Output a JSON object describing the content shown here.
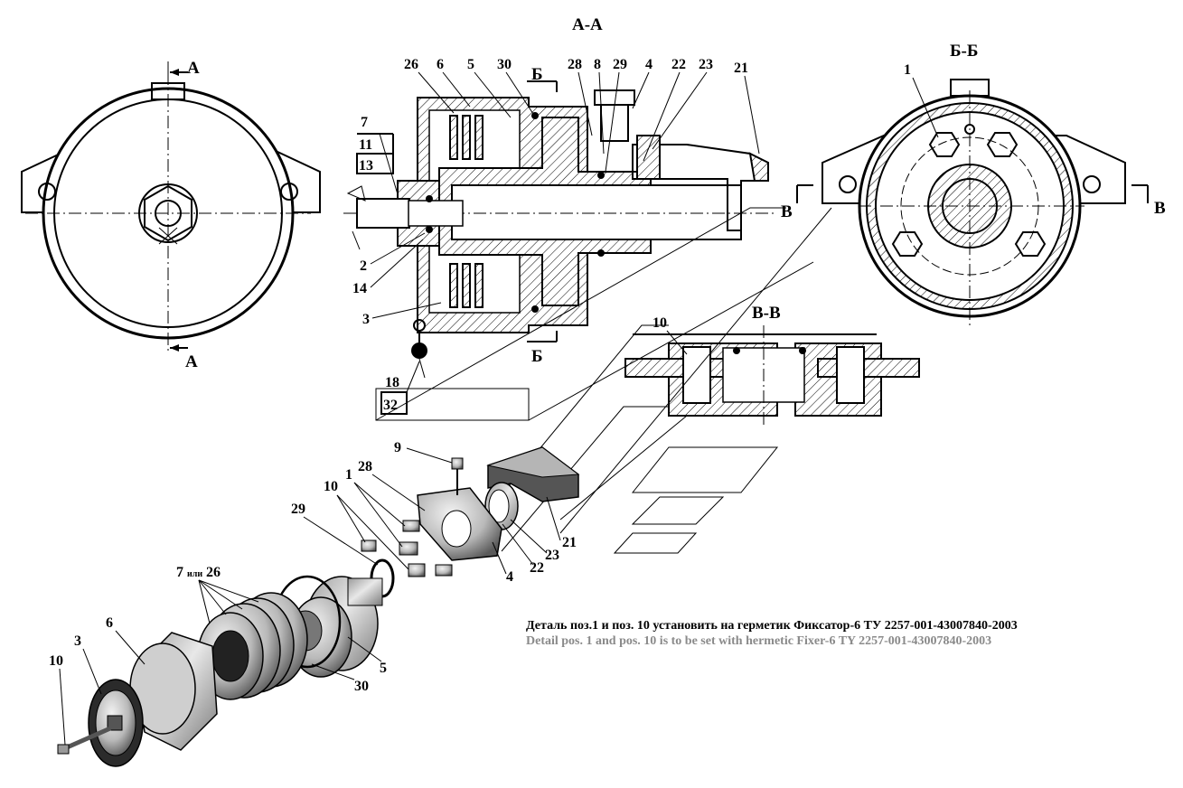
{
  "sections": {
    "aa": "А-А",
    "bb": "Б-Б",
    "vv": "В-В"
  },
  "cut_marks": {
    "a": "А",
    "b": "Б",
    "v": "В"
  },
  "callouts": {
    "c1": "1",
    "c2": "2",
    "c3": "3",
    "c4": "4",
    "c5": "5",
    "c6": "6",
    "c7": "7",
    "c8": "8",
    "c9": "9",
    "c10": "10",
    "c11": "11",
    "c13": "13",
    "c14": "14",
    "c18": "18",
    "c21": "21",
    "c22": "22",
    "c23": "23",
    "c26": "26",
    "c28": "28",
    "c29": "29",
    "c30": "30",
    "c32": "32",
    "c7_or_26_num1": "7",
    "c7_or_26_word": "или",
    "c7_or_26_num2": "26"
  },
  "note": {
    "ru": "Деталь поз.1 и поз. 10 установить на герметик Фиксатор-6 ТУ 2257-001-43007840-2003",
    "en": "Detail pos. 1 and pos. 10 is to be set with hermetic Fixer-6 TY 2257-001-43007840-2003"
  }
}
